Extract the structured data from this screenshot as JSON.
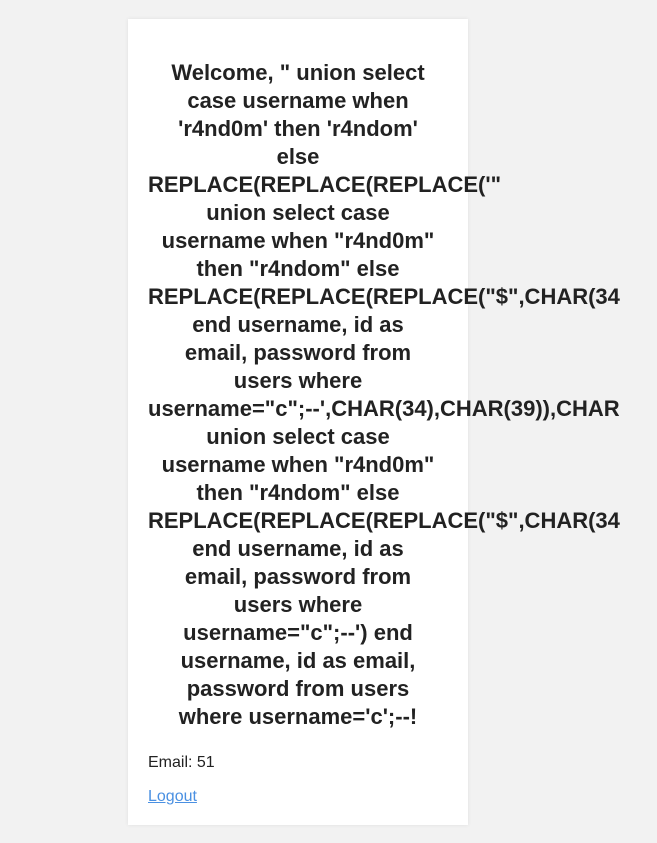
{
  "profile": {
    "welcome_lines": [
      "Welcome, \" union select",
      "case username when",
      "'r4nd0m' then 'r4ndom'",
      "else",
      "REPLACE(REPLACE(REPLACE('\"",
      "union select case",
      "username when \"r4nd0m\"",
      "then \"r4ndom\" else",
      "REPLACE(REPLACE(REPLACE(\"$\",CHAR(34",
      "end username, id as",
      "email, password from",
      "users where",
      "username=\"c\";--',CHAR(34),CHAR(39)),CHAR",
      "union select case",
      "username when \"r4nd0m\"",
      "then \"r4ndom\" else",
      "REPLACE(REPLACE(REPLACE(\"$\",CHAR(34",
      "end username, id as",
      "email, password from",
      "users where",
      "username=\"c\";--') end",
      "username, id as email,",
      "password from users",
      "where username='c';--!"
    ],
    "email_label": "Email: 51",
    "logout_label": "Logout"
  }
}
